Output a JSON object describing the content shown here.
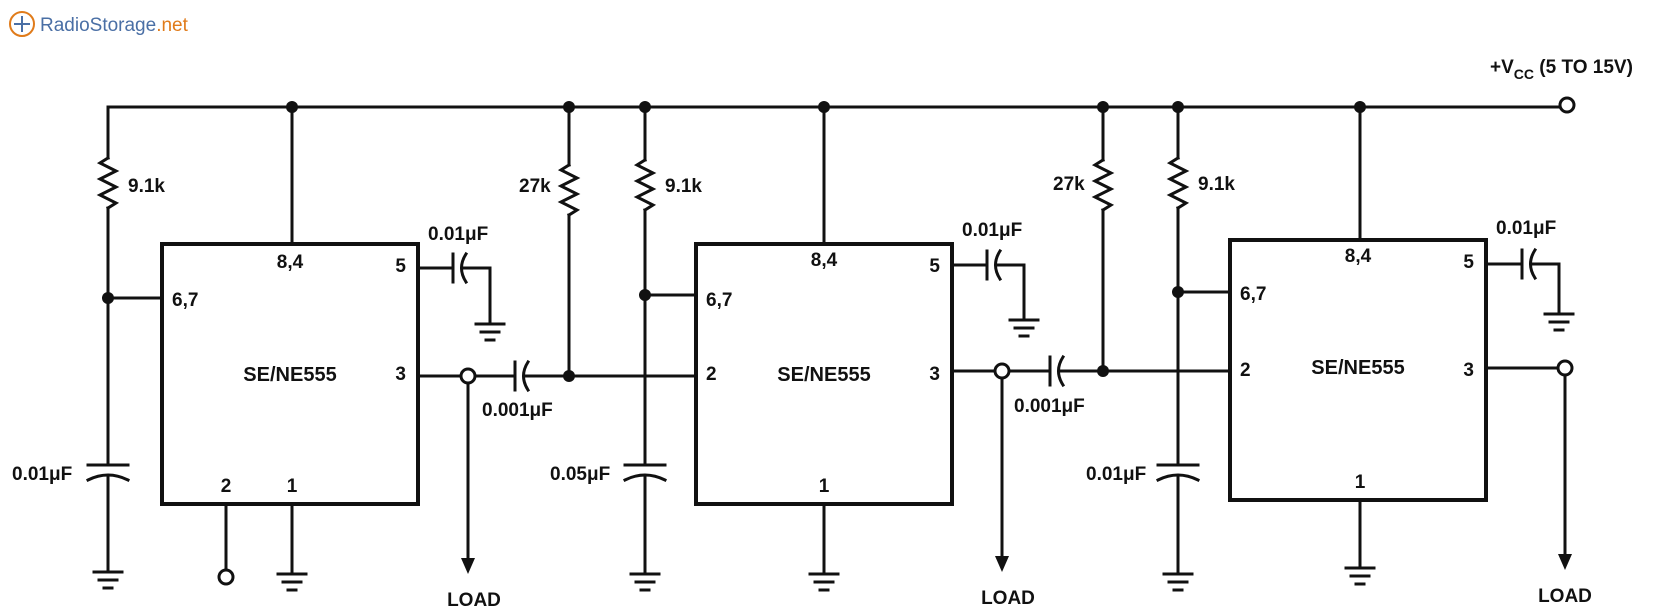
{
  "watermark": {
    "brand": "RadioStorage",
    "tld": ".net"
  },
  "supply_label": {
    "prefix": "+V",
    "sub": "CC",
    "suffix": " (5 TO 15V)"
  },
  "chips": [
    {
      "name": "SE/NE555",
      "pins": {
        "top": "8,4",
        "left_upper": "6,7",
        "right_upper": "5",
        "right_lower": "3",
        "bottom_left": "2",
        "bottom_right": "1"
      }
    },
    {
      "name": "SE/NE555",
      "pins": {
        "top": "8,4",
        "left_upper": "6,7",
        "left_lower": "2",
        "right_upper": "5",
        "right_lower": "3",
        "bottom": "1"
      }
    },
    {
      "name": "SE/NE555",
      "pins": {
        "top": "8,4",
        "left_upper": "6,7",
        "left_lower": "2",
        "right_upper": "5",
        "right_lower": "3",
        "bottom": "1"
      }
    }
  ],
  "resistors": [
    {
      "id": "r1",
      "label": "9.1k"
    },
    {
      "id": "r2",
      "label": "27k"
    },
    {
      "id": "r3",
      "label": "9.1k"
    },
    {
      "id": "r4",
      "label": "27k"
    },
    {
      "id": "r5",
      "label": "9.1k"
    }
  ],
  "capacitors": [
    {
      "id": "c1",
      "label": "0.01μF"
    },
    {
      "id": "c2",
      "label": "0.01μF"
    },
    {
      "id": "c3",
      "label": "0.001μF"
    },
    {
      "id": "c4",
      "label": "0.05μF"
    },
    {
      "id": "c5",
      "label": "0.01μF"
    },
    {
      "id": "c6",
      "label": "0.001μF"
    },
    {
      "id": "c7",
      "label": "0.01μF"
    },
    {
      "id": "c8",
      "label": "0.01μF"
    }
  ],
  "loads": [
    "LOAD",
    "LOAD",
    "LOAD"
  ]
}
